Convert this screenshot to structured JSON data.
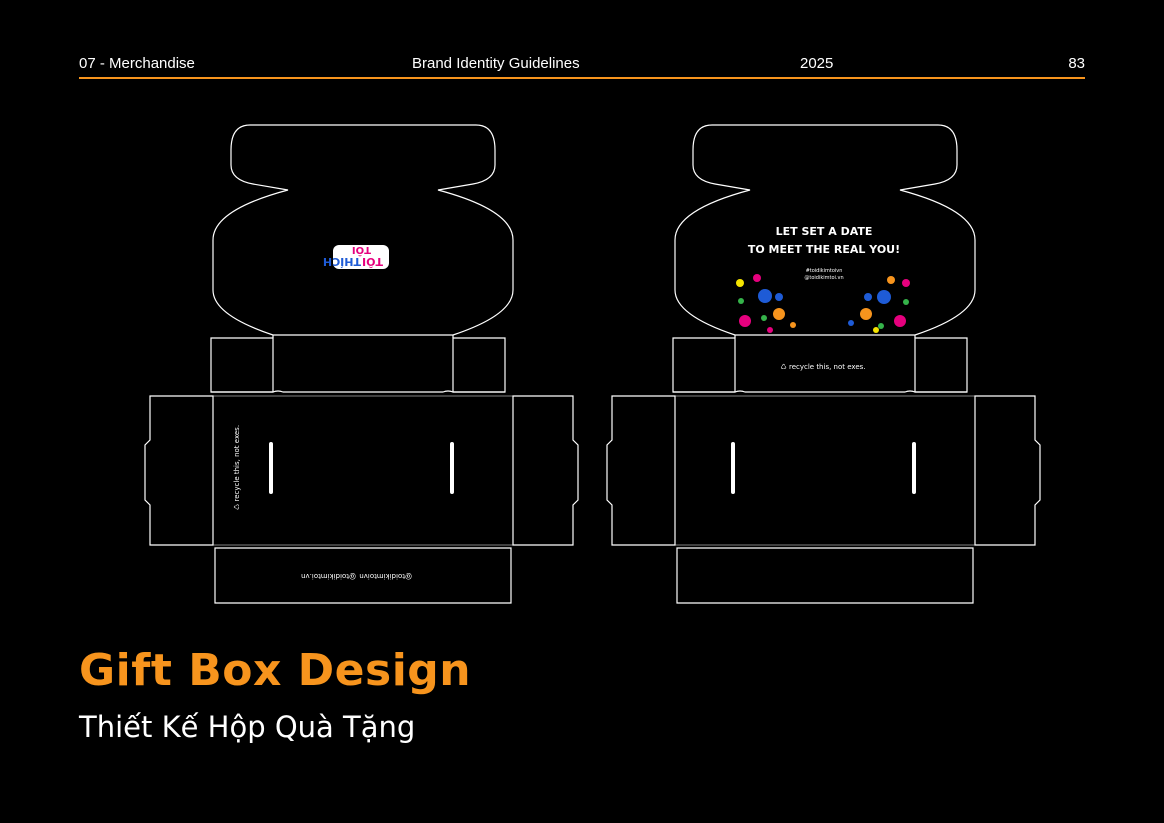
{
  "header": {
    "section": "07 - Merchandise",
    "document": "Brand Identity Guidelines",
    "year": "2025",
    "page_number": "83"
  },
  "title": "Gift Box Design",
  "subtitle": "Thiết Kế Hộp Quà Tặng",
  "colors": {
    "accent": "#f7941d",
    "background": "#000000",
    "dieline": "#ffffff"
  },
  "outside_box": {
    "logo_text": "TÔI THÍCH TÔI",
    "recycle_note": "♺ recycle this, not exes.",
    "handle_1": "@toidikimtoi.vn",
    "handle_2": "@toidikimtoivn"
  },
  "inside_box": {
    "headline_1": "LET SET A DATE",
    "headline_2": "TO MEET THE REAL YOU!",
    "handle_1": "#toidikimtoivn",
    "handle_2": "@toidikimtoi.vn",
    "recycle_note": "♺ recycle this, not exes."
  }
}
